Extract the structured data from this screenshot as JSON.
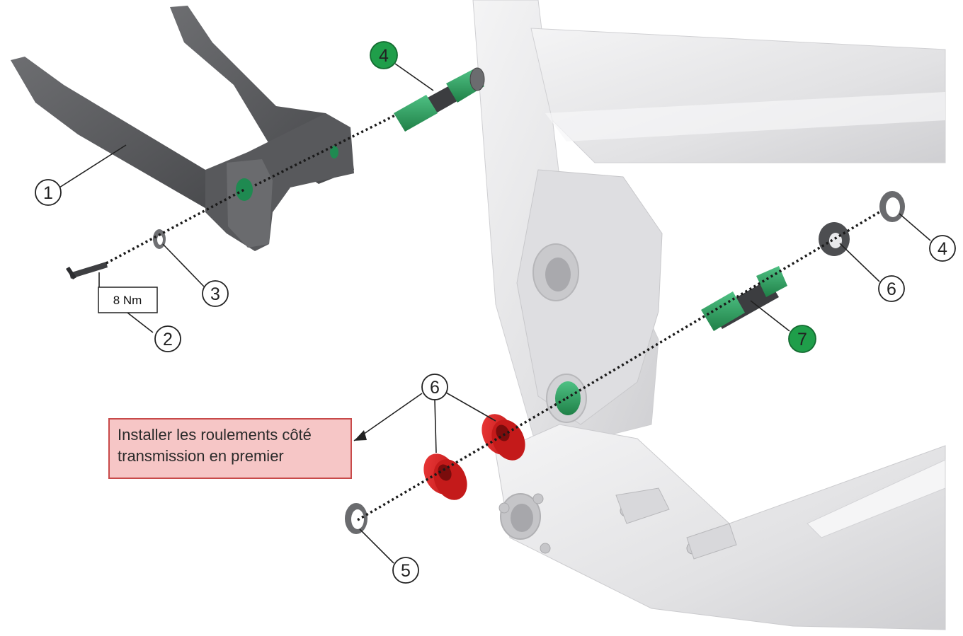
{
  "torque_label": "8 Nm",
  "note": {
    "line1": "Installer les roulements côté",
    "line2": "transmission en premier"
  },
  "callouts": {
    "c1": "1",
    "c2": "2",
    "c3": "3",
    "c4_green": "4",
    "c4_right": "4",
    "c5": "5",
    "c6_right": "6",
    "c6_center": "6",
    "c7_green": "7"
  },
  "colors": {
    "callout_green": "#1f9e4a",
    "bearing_red": "#d61f1f",
    "note_fill": "#f6c6c6",
    "note_border": "#c84a4a",
    "frame": "#e8e8ea",
    "swing_arm": "#5c5d60",
    "green_parts": "#2fa063"
  }
}
